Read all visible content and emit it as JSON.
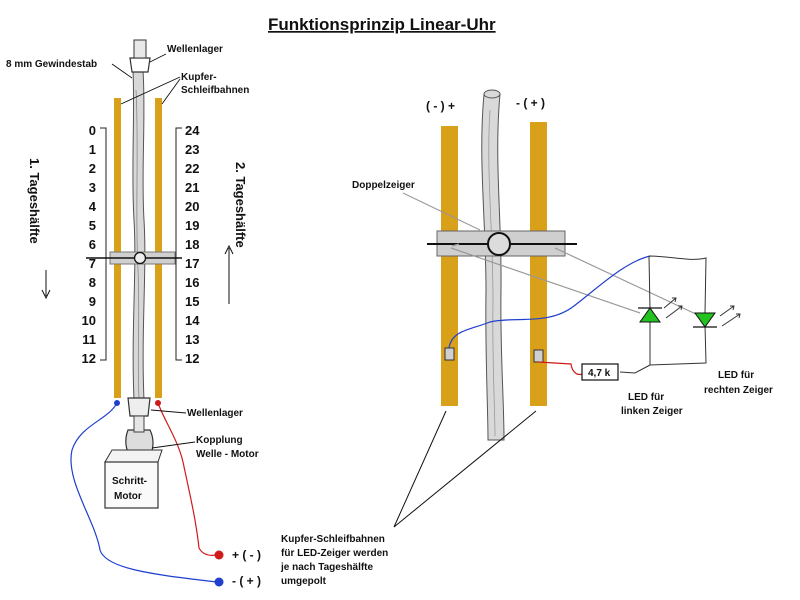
{
  "title": "Funktionsprinzip Linear-Uhr",
  "labels": {
    "gewindestab": "8 mm Gewindestab",
    "wellenlager_top": "Wellenlager",
    "kupfer_line1": "Kupfer-",
    "kupfer_line2": "Schleifbahnen",
    "wellenlager_bottom": "Wellenlager",
    "kopplung_line1": "Kopplung",
    "kopplung_line2": "Welle - Motor",
    "motor_line1": "Schritt-",
    "motor_line2": "Motor",
    "doppelzeiger": "Doppelzeiger",
    "resistor": "4,7 k",
    "led_left_line1": "LED für",
    "led_left_line2": "linken Zeiger",
    "led_right_line1": "LED für",
    "led_right_line2": "rechten Zeiger",
    "note_line1": "Kupfer-Schleifbahnen",
    "note_line2": "für LED-Zeiger werden",
    "note_line3": "je nach Tageshälfte",
    "note_line4": "umgepolt",
    "half1": "1. Tageshälfte",
    "half2": "2. Tageshälfte",
    "pol_left_top": "( - ) +",
    "pol_right_top": "- ( + )",
    "pol_plus": "+ ( - )",
    "pol_minus": "- ( + )"
  },
  "left_scale": [
    "0",
    "1",
    "2",
    "3",
    "4",
    "5",
    "6",
    "7",
    "8",
    "9",
    "10",
    "11",
    "12"
  ],
  "right_scale": [
    "24",
    "23",
    "22",
    "21",
    "20",
    "19",
    "18",
    "17",
    "16",
    "15",
    "14",
    "13",
    "12"
  ],
  "colors": {
    "copper": "#d9a019",
    "wire_blue": "#1f3fcc",
    "wire_red": "#d11a1a",
    "led_green": "#22c21f",
    "pointer_gray": "#cfcfcf"
  }
}
